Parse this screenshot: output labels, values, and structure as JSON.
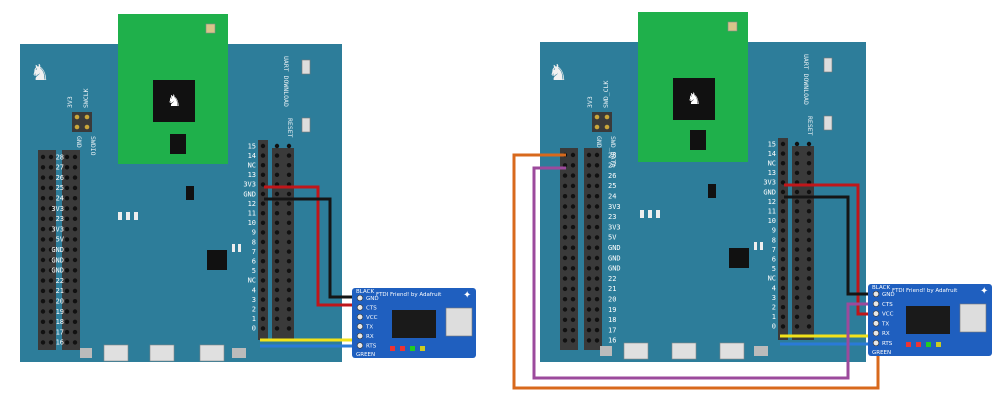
{
  "colors": {
    "board": "#2d7d9a",
    "board_dark": "#256b85",
    "module": "#1fb04b",
    "header": "#3a3a3a",
    "ftdi": "#1f5fbf",
    "wire_red": "#c0161a",
    "wire_black": "#151515",
    "wire_yellow": "#f2e21a",
    "wire_blue": "#2a7ad8",
    "wire_orange": "#d8691c",
    "wire_purple": "#9c4a9c"
  },
  "left_diagram": {
    "board": {
      "debug_labels": [
        "3V3",
        "SWCLK",
        "GND",
        "SWDIO"
      ],
      "button_labels": [
        "UART DOWNLOAD",
        "RESET"
      ],
      "left_pin_labels": [
        "28",
        "27",
        "26",
        "25",
        "24",
        "3V3",
        "23",
        "3V3",
        "5V",
        "GND",
        "GND",
        "GND",
        "22",
        "21",
        "20",
        "19",
        "18",
        "17",
        "16"
      ],
      "right_pin_labels": [
        "15",
        "14",
        "NC",
        "13",
        "3V3",
        "GND",
        "12",
        "11",
        "10",
        "9",
        "8",
        "7",
        "6",
        "5",
        "NC",
        "4",
        "3",
        "2",
        "1",
        "0"
      ]
    },
    "ftdi": {
      "title": "FTDI Friend! by Adafruit",
      "top_label": "BLACK",
      "bottom_label": "GREEN",
      "pins": [
        "GND",
        "CTS",
        "VCC",
        "TX",
        "RX",
        "RTS"
      ]
    }
  },
  "right_diagram": {
    "board": {
      "debug_labels": [
        "3V3",
        "SWD_CLK",
        "GND",
        "SWD_DATA"
      ],
      "button_labels": [
        "UART DOWNLOAD",
        "RESET"
      ],
      "left_pin_labels": [
        "28",
        "27",
        "26",
        "25",
        "24",
        "3V3",
        "23",
        "3V3",
        "5V",
        "GND",
        "GND",
        "GND",
        "22",
        "21",
        "20",
        "19",
        "18",
        "17",
        "16"
      ],
      "right_pin_labels": [
        "15",
        "14",
        "NC",
        "13",
        "3V3",
        "GND",
        "12",
        "11",
        "10",
        "9",
        "8",
        "7",
        "6",
        "5",
        "NC",
        "4",
        "3",
        "2",
        "1",
        "0"
      ]
    },
    "ftdi": {
      "title": "FTDI Friend! by Adafruit",
      "top_label": "BLACK",
      "bottom_label": "GREEN",
      "pins": [
        "GND",
        "CTS",
        "VCC",
        "TX",
        "RX",
        "RTS"
      ]
    }
  }
}
